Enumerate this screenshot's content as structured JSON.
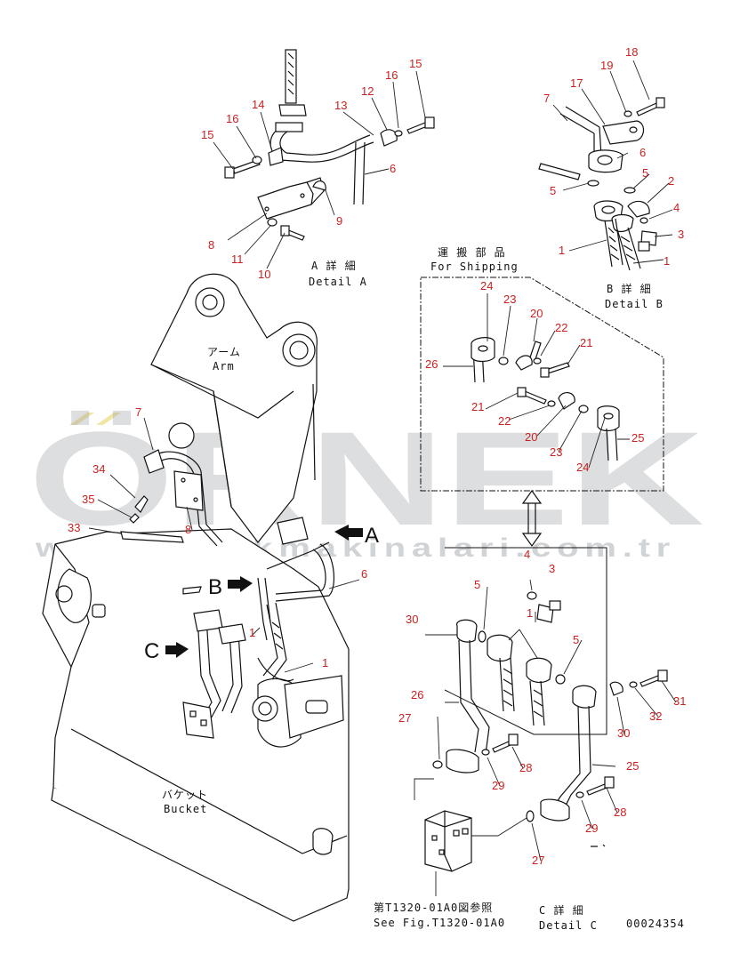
{
  "watermark": {
    "brand": "ÖRNEK",
    "url": "www.ornekmakinalari.com.tr"
  },
  "labels": {
    "detail_a_jp": "A 詳 細",
    "detail_a_en": "Detail A",
    "detail_b_jp": "B 詳 細",
    "detail_b_en": "Detail B",
    "detail_c_jp": "C 詳 細",
    "detail_c_en": "Detail C",
    "shipping_jp": "運 搬 部 品",
    "shipping_en": "For Shipping",
    "arm_jp": "アーム",
    "arm_en": "Arm",
    "bucket_jp": "バケット",
    "bucket_en": "Bucket",
    "see_fig_jp": "第T1320-01A0図参照",
    "see_fig_en": "See Fig.T1320-01A0",
    "arrow_a": "A",
    "arrow_b": "B",
    "arrow_c": "C",
    "drawing_no": "00024354"
  },
  "callouts": {
    "a15l": "15",
    "a16l": "16",
    "a14": "14",
    "a13": "13",
    "a12": "12",
    "a16r": "16",
    "a15r": "15",
    "a6": "6",
    "a9": "9",
    "a8": "8",
    "a11": "11",
    "a10": "10",
    "b7": "7",
    "b17": "17",
    "b19": "19",
    "b18": "18",
    "b6": "6",
    "b5a": "5",
    "b5b": "5",
    "b2": "2",
    "b4": "4",
    "b3": "3",
    "b1a": "1",
    "b1b": "1",
    "s24a": "24",
    "s23a": "23",
    "s20a": "20",
    "s22a": "22",
    "s26": "26",
    "s21a": "21",
    "s21b": "21",
    "s22b": "22",
    "s20b": "20",
    "s23b": "23",
    "s24b": "24",
    "s25": "25",
    "m7": "7",
    "m34": "34",
    "m35": "35",
    "m33": "33",
    "m8": "8",
    "m6": "6",
    "m1a": "1",
    "m1b": "1",
    "c4": "4",
    "c3": "3",
    "c5a": "5",
    "c1": "1",
    "c5b": "5",
    "c30a": "30",
    "c26": "26",
    "c31": "31",
    "c32": "32",
    "c30b": "30",
    "c27a": "27",
    "c28a": "28",
    "c25": "25",
    "c29a": "29",
    "c28b": "28",
    "c29b": "29",
    "c27b": "27"
  }
}
